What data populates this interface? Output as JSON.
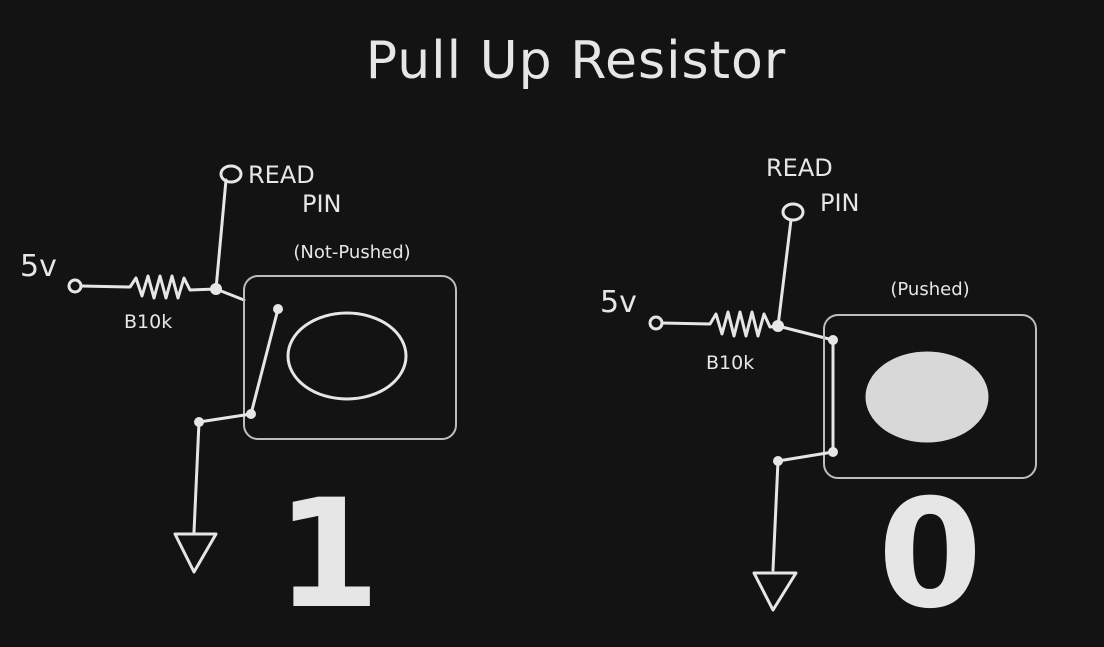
{
  "title": "Pull Up Resistor",
  "colors": {
    "background": "#131313",
    "ink": "#e6e6e6",
    "box": "#bdbdbd",
    "button_pressed": "#d8d8d8"
  },
  "left": {
    "voltage": "5v",
    "resistor": "B10k",
    "read_pin_line1": "READ",
    "read_pin_line2": "PIN",
    "button_state": "(Not-Pushed)",
    "button_pressed": false,
    "output": "1"
  },
  "right": {
    "voltage": "5v",
    "resistor": "B10k",
    "read_pin_line1": "READ",
    "read_pin_line2": "PIN",
    "button_state": "(Pushed)",
    "button_pressed": true,
    "output": "0"
  }
}
